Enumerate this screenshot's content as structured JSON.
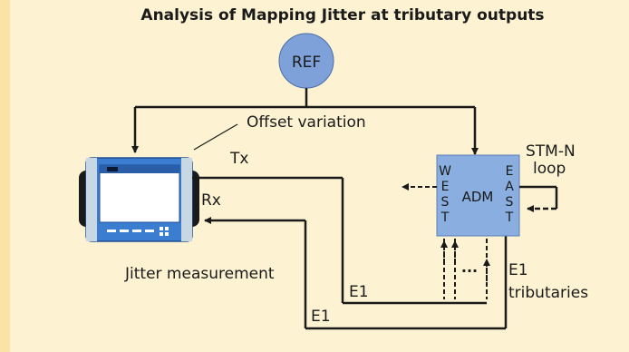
{
  "title": "Analysis of Mapping Jitter at tributary outputs",
  "reference": {
    "label": "REF"
  },
  "labels": {
    "offset_variation": "Offset variation",
    "tx": "Tx",
    "rx": "Rx",
    "jitter_measurement": "Jitter measurement",
    "e1_inner": "E1",
    "e1_outer": "E1",
    "e1_tributaries_line1": "E1",
    "e1_tributaries_line2": "tributaries",
    "stm_n_line1": "STM-N",
    "stm_n_line2": "loop",
    "ellipsis": "..."
  },
  "adm": {
    "label": "ADM",
    "west_letters": [
      "W",
      "E",
      "S",
      "T"
    ],
    "east_letters": [
      "E",
      "A",
      "S",
      "T"
    ]
  },
  "colors": {
    "background": "#fdf3d3",
    "side_band": "#fbe3a6",
    "ref_fill": "#7da1d8",
    "adm_fill": "#8aaee0",
    "tester_screen": "#ffffff",
    "tester_body": "#3b7dd0",
    "line": "#1a1a1a"
  }
}
